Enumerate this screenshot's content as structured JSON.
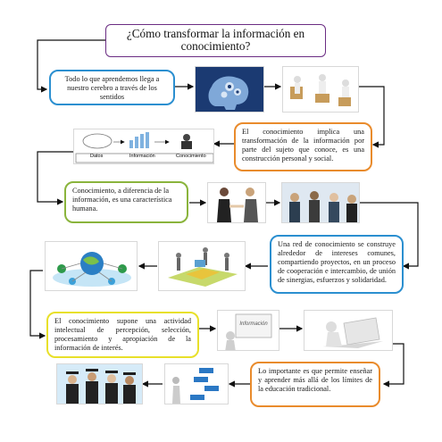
{
  "title": "¿Cómo transformar la información en conocimiento?",
  "boxes": {
    "b1": "Todo lo que aprendemos llega a nuestro cerebro a través de los sentidos",
    "b2": "El conocimiento implica una transformación de la información por parte del sujeto que conoce, es una construcción personal y social.",
    "b3": "Conocimiento, a diferencia de la información, es una característica humana.",
    "b4": "Una red de conocimiento se construye alrededor de intereses comunes, compartiendo proyectos, en un proceso de cooperación e intercambio, de unión de sinergias, esfuerzos y solidaridad.",
    "b5": "El conocimiento supone una actividad intelectual de percepción, selección, procesamiento y apropiación de la información de interés.",
    "b6": "Lo importante es que permite enseñar y aprender más allá de los límites de la educación tradicional."
  },
  "dik": {
    "datos": "Datos",
    "informacion": "Información",
    "conocimiento": "Conocimiento",
    "sign": "Información"
  },
  "colors": {
    "title_border": "#6b2d83",
    "b1_border": "#2b8fd0",
    "b2_border": "#e98b2c",
    "b3_border": "#8ab43c",
    "b4_border": "#2b8fd0",
    "b5_border": "#e8e02a",
    "b6_border": "#e98b2c",
    "arrow": "#111111"
  }
}
